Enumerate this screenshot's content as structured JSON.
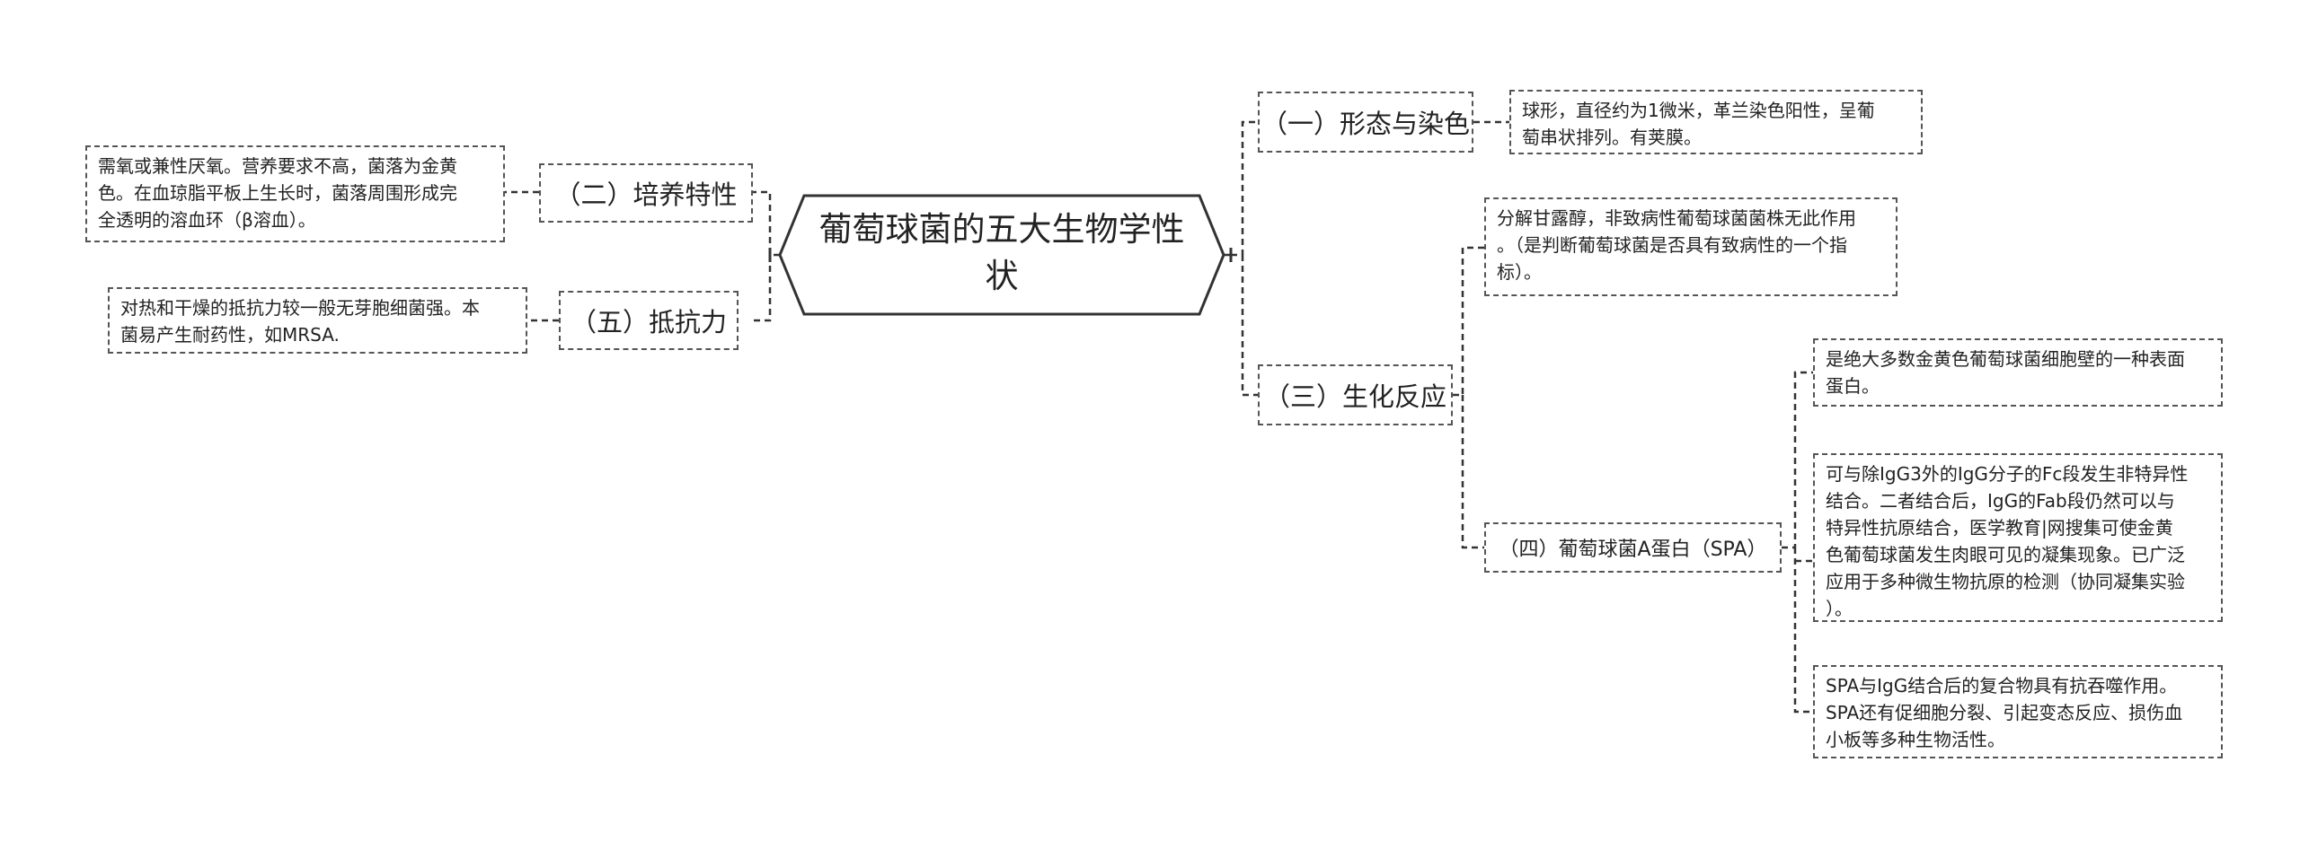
{
  "root": {
    "title": "葡萄球菌的五大生物学性\n状"
  },
  "branches": {
    "b1": {
      "label": "（一）形态与染色",
      "text": "球形，直径约为1微米，革兰染色阳性，呈葡\n萄串状排列。有荚膜。"
    },
    "b2": {
      "label": "（二）培养特性",
      "text": "需氧或兼性厌氧。营养要求不高，菌落为金黄\n色。在血琼脂平板上生长时，菌落周围形成完\n全透明的溶血环（β溶血）。"
    },
    "b3": {
      "label": "（三）生化反应",
      "text": "分解甘露醇，非致病性葡萄球菌菌株无此作用\n。（是判断葡萄球菌是否具有致病性的一个指\n标）。"
    },
    "b4": {
      "label": "（四）葡萄球菌A蛋白（SPA）",
      "items": [
        "是绝大多数金黄色葡萄球菌细胞壁的一种表面\n蛋白。",
        "可与除IgG3外的IgG分子的Fc段发生非特异性\n结合。二者结合后，IgG的Fab段仍然可以与\n特异性抗原结合，医学教育|网搜集可使金黄\n色葡萄球菌发生肉眼可见的凝集现象。已广泛\n应用于多种微生物抗原的检测（协同凝集实验\n）。",
        "SPA与IgG结合后的复合物具有抗吞噬作用。\nSPA还有促细胞分裂、引起变态反应、损伤血\n小板等多种生物活性。"
      ]
    },
    "b5": {
      "label": "（五）抵抗力",
      "text": "对热和干燥的抵抗力较一般无芽胞细菌强。本\n菌易产生耐药性，如MRSA."
    }
  }
}
